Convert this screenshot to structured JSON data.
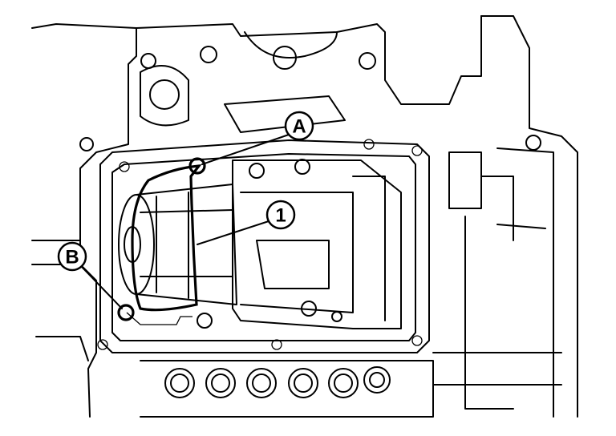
{
  "diagram": {
    "callouts": {
      "a": {
        "label": "A"
      },
      "b": {
        "label": "B"
      },
      "one": {
        "label": "1"
      }
    },
    "colors": {
      "line": "#000000",
      "background": "#ffffff"
    }
  }
}
